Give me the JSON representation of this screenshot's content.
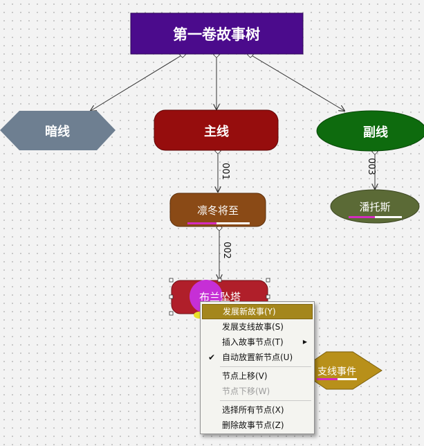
{
  "diagram": {
    "root": "第一卷故事树",
    "hidden_line": "暗线",
    "main_line": "主线",
    "side_line": "副线",
    "node_winter": "凛冬将至",
    "node_tower": "布兰坠塔",
    "node_side_event": "支线事件",
    "node_patos": "潘托斯",
    "edge_001": "001",
    "edge_002": "002",
    "edge_003": "003"
  },
  "colors": {
    "root": "#4b0b8c",
    "hidden_line": "#6e7f91",
    "main_line": "#960d0d",
    "side_line": "#0e6b0e",
    "node_winter": "#8a4a16",
    "node_tower": "#b01f2a",
    "node_side_event": "#b8901a",
    "node_patos": "#5b6a36",
    "menu_highlight": "#a4861c"
  },
  "context_menu": {
    "items": [
      {
        "label": "发展新故事(Y)",
        "highlighted": true
      },
      {
        "label": "发展支线故事(S)"
      },
      {
        "label": "插入故事节点(T)",
        "has_submenu": true
      },
      {
        "label": "自动放置新节点(U)",
        "checked": true
      },
      {
        "label": "节点上移(V)"
      },
      {
        "label": "节点下移(W)",
        "disabled": true
      },
      {
        "label": "选择所有节点(X)"
      },
      {
        "label": "删除故事节点(Z)"
      }
    ]
  }
}
